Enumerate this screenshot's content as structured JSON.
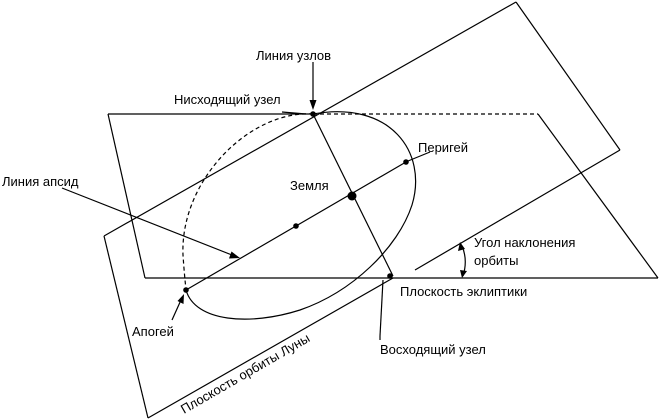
{
  "labels": {
    "line_of_nodes": "Линия узлов",
    "descending_node": "Нисходящий узел",
    "perigee": "Перигей",
    "earth": "Земля",
    "line_of_apsides": "Линия апсид",
    "inclination_line1": "Угол наклонения",
    "inclination_line2": "орбиты",
    "ecliptic_plane": "Плоскость эклиптики",
    "apogee": "Апогей",
    "ascending_node": "Восходящий узел",
    "moon_orbit_plane": "Плоскость орбиты Луны"
  }
}
